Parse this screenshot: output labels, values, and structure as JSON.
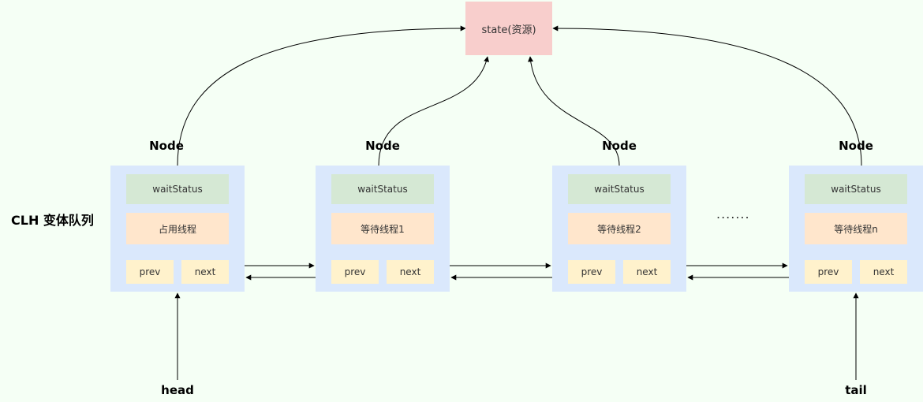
{
  "state": {
    "label": "state(资源)"
  },
  "queue": {
    "label": "CLH 变体队列"
  },
  "nodes": [
    {
      "title": "Node",
      "wait_status": "waitStatus",
      "thread": "占用线程",
      "prev": "prev",
      "next": "next"
    },
    {
      "title": "Node",
      "wait_status": "waitStatus",
      "thread": "等待线程1",
      "prev": "prev",
      "next": "next"
    },
    {
      "title": "Node",
      "wait_status": "waitStatus",
      "thread": "等待线程2",
      "prev": "prev",
      "next": "next"
    },
    {
      "title": "Node",
      "wait_status": "waitStatus",
      "thread": "等待线程n",
      "prev": "prev",
      "next": "next"
    }
  ],
  "ellipsis": ".......",
  "pointers": {
    "head": "head",
    "tail": "tail"
  },
  "colors": {
    "state_fill": "#f8cecc",
    "node_fill": "#dae8fc",
    "wait_status_fill": "#d5e8d4",
    "thread_fill": "#ffe6cc",
    "pointer_fill": "#fff2cc"
  }
}
